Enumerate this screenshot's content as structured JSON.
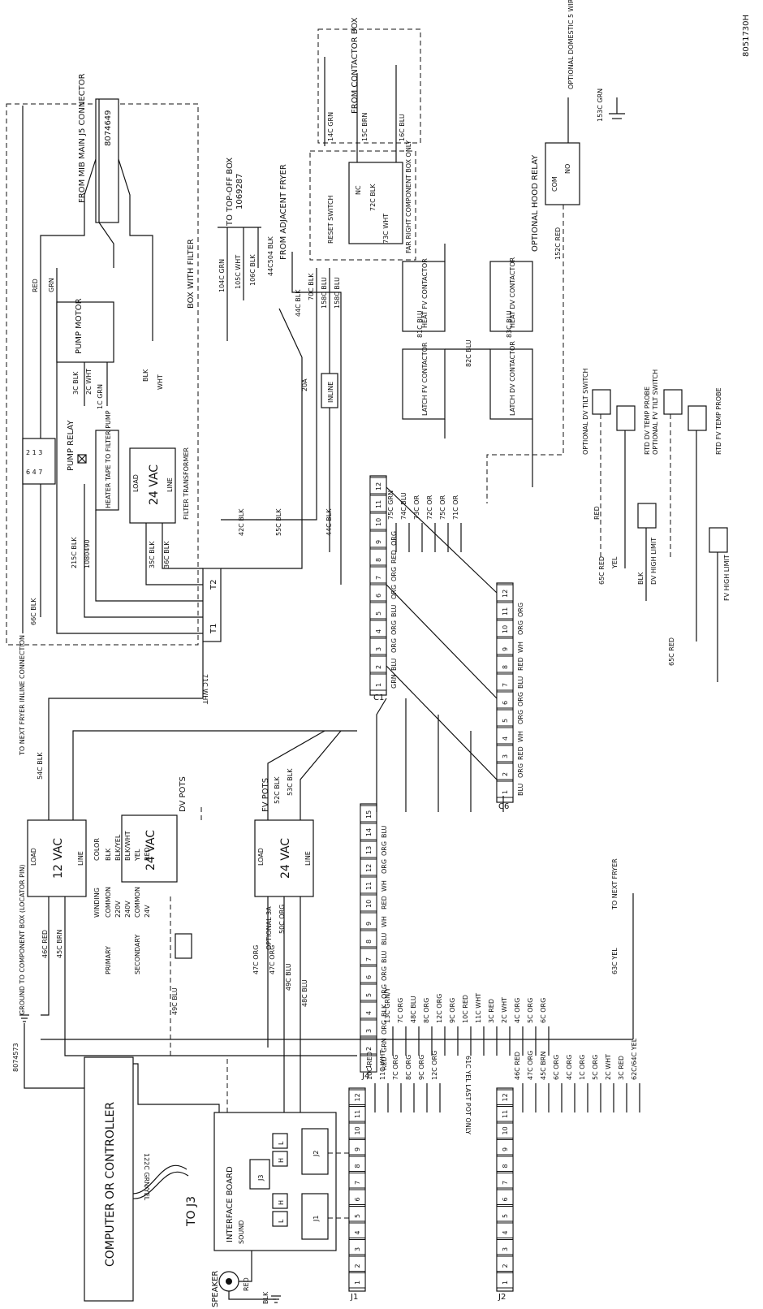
{
  "drawing_number": "8051730H",
  "controller": {
    "title": "COMPUTER OR CONTROLLER",
    "to_j3": "TO J3",
    "gnd_wire": "122C GRN/YEL",
    "gnd_part": "8074573"
  },
  "speaker": {
    "label": "SPEAKER",
    "red": "RED",
    "blk": "BLK"
  },
  "interface_board": {
    "title": "INTERFACE BOARD",
    "sound": "SOUND",
    "j1": "J1",
    "j2": "J2",
    "j3": "J3",
    "h": "H",
    "l": "L"
  },
  "connector_j1": {
    "name": "J1",
    "pins": [
      "1",
      "2",
      "3",
      "4",
      "5",
      "6",
      "7",
      "8",
      "9",
      "10",
      "11",
      "12"
    ],
    "wires": [
      "10C RED",
      "11C WHT",
      "7C ORG",
      "8C ORG",
      "9C ORG",
      "12C ORG"
    ]
  },
  "connector_j2": {
    "name": "J2",
    "pins": [
      "1",
      "2",
      "3",
      "4",
      "5",
      "6",
      "7",
      "8",
      "9",
      "10",
      "11",
      "12"
    ],
    "wires": [
      "46C RED",
      "47C ORG",
      "45C BRN",
      "6C ORG",
      "4C ORG",
      "1C ORG",
      "5C ORG",
      "2C WHT",
      "3C RED",
      "62C/64C YEL"
    ]
  },
  "connector_j4": {
    "name": "J4",
    "pins": [
      "1",
      "2",
      "3",
      "4",
      "5",
      "6",
      "7",
      "8",
      "9",
      "10",
      "11",
      "12",
      "13",
      "14",
      "15"
    ],
    "colors": [
      "RED",
      "GRN",
      "ORG",
      "BLK",
      "ORG",
      "ORG",
      "BLU",
      "BLU",
      "WH",
      "RED",
      "WH",
      "ORG",
      "ORG",
      "BLU"
    ],
    "wires": [
      "13C GRN/Y",
      "7C ORG",
      "48C BLU",
      "8C ORG",
      "12C ORG",
      "9C ORG",
      "10C RED",
      "11C WHT",
      "3C RED",
      "2C WHT",
      "4C ORG",
      "5C ORG",
      "6C ORG"
    ]
  },
  "connector_c1": {
    "name": "C1",
    "pins": [
      "1",
      "2",
      "3",
      "4",
      "5",
      "6",
      "7",
      "8",
      "9",
      "10",
      "11",
      "12"
    ],
    "colors": [
      "GRN",
      "BLU",
      "ORG",
      "ORG",
      "BLU",
      "ORG",
      "ORG",
      "RED",
      "ORG"
    ],
    "wires": [
      "75C GRN",
      "74C BLU",
      "73C OR",
      "72C OR",
      "75C OR",
      "71C OR"
    ]
  },
  "connector_c6": {
    "name": "C6",
    "pins": [
      "1",
      "2",
      "3",
      "4",
      "5",
      "6",
      "7",
      "8",
      "9",
      "10",
      "11",
      "12"
    ],
    "colors": [
      "BLU",
      "ORG",
      "RED",
      "WH",
      "ORG",
      "ORG",
      "BLU",
      "RED",
      "WH",
      "ORG",
      "ORG"
    ]
  },
  "transformers": {
    "t12": {
      "voltage": "12 VAC",
      "load": "LOAD",
      "line": "LINE"
    },
    "dv": {
      "voltage": "24 VAC",
      "name": "DV POTS"
    },
    "fv": {
      "voltage": "24 VAC",
      "name": "FV POTS",
      "load": "LOAD",
      "line": "LINE"
    },
    "filter": {
      "voltage": "24 VAC",
      "name": "FILTER TRANSFORMER",
      "load": "LOAD",
      "line": "LINE"
    }
  },
  "winding_table": {
    "headers": [
      "WINDING",
      "COLOR"
    ],
    "rows": [
      [
        "PRIMARY",
        "COMMON",
        "BLK"
      ],
      [
        "",
        "220V",
        "BLK/YEL"
      ],
      [
        "",
        "240V",
        "BLK/WHT"
      ],
      [
        "SECONDARY",
        "COMMON",
        "YEL"
      ],
      [
        "",
        "24V",
        "RED"
      ]
    ]
  },
  "wires_misc": {
    "w54c": "54C BLK",
    "next_fryer_inline": "TO NEXT FRYER INLINE CONNECTION",
    "w46c": "46C RED",
    "w45c": "45C BRN",
    "ground_box": "GROUND TO COMPONENT BOX (LOCATOR PIN)",
    "w52c": "52C BLK",
    "w53c": "53C BLK",
    "w47c": "47C ORG",
    "w47c2": "47C ORG",
    "w49c": "49C BLU",
    "w48c": "48C BLU",
    "w49c2": "49C BLU",
    "optional_3a": "OPTIONAL 3A",
    "w50c": "50C ORG",
    "w61c": "61C YEL LAST POT ONLY",
    "w63c": "63C YEL",
    "to_next_fryer": "TO NEXT FRYER",
    "w71c": "71C WHT",
    "blk": "BLK",
    "red": "RED",
    "yel": "YEL",
    "w42c": "42C BLK",
    "w55c": "55C BLK",
    "w44c": "44C BLK",
    "w66c": "66C BLK",
    "w215c": "215C BLK",
    "w35c": "35C BLK",
    "w36c": "36C BLK",
    "part1080490": "1080490",
    "heater_tape": "HEATER TAPE TO FILTER PUMP",
    "pump_relay": "PUMP RELAY",
    "pump_motor": "PUMP MOTOR",
    "w3c": "3C BLK",
    "w2c": "2C WHT",
    "w1c": "1C GRN",
    "wred": "RED",
    "wgrn": "GRN",
    "wblk": "BLK",
    "wwht": "WHT",
    "box_filter": "BOX WITH FILTER",
    "from_mib": "FROM MIB MAIN J5 CONNECTOR",
    "part8074649": "8074649",
    "t1": "T1",
    "t2": "T2",
    "to_topoff": "TO TOP-OFF BOX",
    "part1069287": "1069287",
    "w104c": "104C GRN",
    "w105c": "105C WHT",
    "w106c": "106C BLK",
    "w44c504": "44C504 BLK",
    "from_adjacent": "FROM ADJACENT FRYER",
    "w44cb": "44C BLK",
    "w70c": "70C BLK",
    "w158c": "158C BLU",
    "w158c2": "158C BLU",
    "twenty_a": "20A",
    "inline": "INLINE",
    "w44c2": "44C BLK",
    "reset_switch": "RESET SWITCH",
    "nc": "NC",
    "w72c": "72C BLK",
    "w73c": "73C WHT",
    "far_right": "FAR RIGHT COMPONENT BOX ONLY",
    "from_contactor": "FROM CONTACTOR BOX",
    "w14c": "14C GRN",
    "w15c": "15C BRN",
    "w16c": "16C BLU",
    "optional_hood": "OPTIONAL HOOD RELAY",
    "w152c": "152C RED",
    "w153c": "153C GRN",
    "optional_domestic": "OPTIONAL DOMESTIC 5 WIRE POWER CORD",
    "com": "COM",
    "no": "NO",
    "w65c": "65C RED",
    "w65c2": "65C RED",
    "w81c": "81C BLU",
    "w82c": "82C BLU",
    "w83c": "83C BLU"
  },
  "contactors": {
    "latch_fv": "LATCH FV CONTACTOR",
    "heat_fv": "HEAT FV CONTACTOR",
    "latch_dv": "LATCH DV CONTACTOR",
    "heat_dv": "HEAT DV CONTACTOR"
  },
  "probes": {
    "dv_tilt": "OPTIONAL DV TILT SWITCH",
    "rtd_dv": "RTD DV TEMP PROBE",
    "fv_tilt": "OPTIONAL FV TILT SWITCH",
    "rtd_fv": "RTD FV TEMP PROBE",
    "dv_high": "DV HIGH LIMIT",
    "fv_high": "FV HIGH LIMIT"
  }
}
